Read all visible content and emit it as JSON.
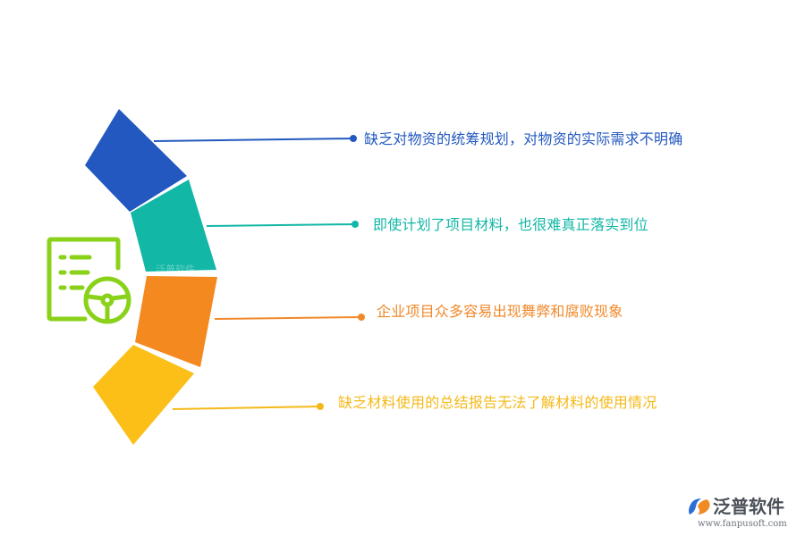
{
  "items": [
    {
      "text": "缺乏对物资的统筹规划，对物资的实际需求不明确",
      "color": "#2258bf"
    },
    {
      "text": "即使计划了项目材料，也很难真正落实到位",
      "color": "#12b7a6"
    },
    {
      "text": "企业项目众多容易出现舞弊和腐败现象",
      "color": "#f0892a"
    },
    {
      "text": "缺乏材料使用的总结报告无法了解材料的使用情况",
      "color": "#f4b919"
    }
  ],
  "icon": {
    "name": "checklist-steering-wheel-icon",
    "color": "#8ad21a"
  },
  "watermark": "泛普软件",
  "logo": {
    "name": "泛普软件",
    "url": "www.fanpusoft.com",
    "mark_colors": [
      "#2b6fd6",
      "#f08a24"
    ]
  }
}
